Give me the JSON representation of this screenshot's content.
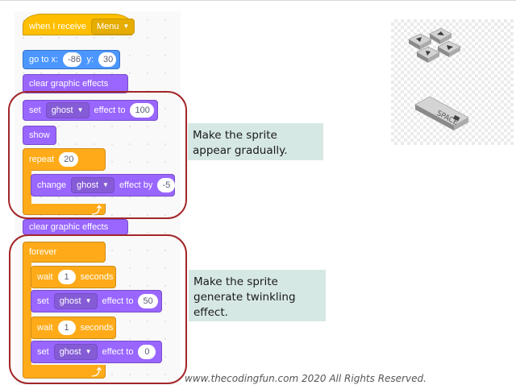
{
  "script": {
    "hat": {
      "label": "when I receive",
      "message": "Menu"
    },
    "goto": {
      "label_x": "go to x:",
      "x": "-86",
      "label_y": "y:",
      "y": "30"
    },
    "clear1": {
      "label": "clear graphic effects"
    },
    "set1": {
      "label": "set",
      "effect": "ghost",
      "to_label": "effect to",
      "value": "100"
    },
    "show": {
      "label": "show"
    },
    "repeat": {
      "label": "repeat",
      "count": "20"
    },
    "change": {
      "label": "change",
      "effect": "ghost",
      "by_label": "effect by",
      "value": "-5"
    },
    "clear2": {
      "label": "clear graphic effects"
    },
    "forever": {
      "label": "forever"
    },
    "wait1": {
      "label": "wait",
      "value": "1",
      "unit": "seconds"
    },
    "set2": {
      "label": "set",
      "effect": "ghost",
      "to_label": "effect to",
      "value": "50"
    },
    "wait2": {
      "label": "wait",
      "value": "1",
      "unit": "seconds"
    },
    "set3": {
      "label": "set",
      "effect": "ghost",
      "to_label": "effect to",
      "value": "0"
    }
  },
  "notes": {
    "note1": "Make the sprite appear gradually.",
    "note2": "Make the sprite generate twinkling effect."
  },
  "keys": {
    "space_label": "SPACE"
  },
  "footer": "www.thecodingfun.com 2020 All Rights Reserved.",
  "colors": {
    "events": "#ffbf00",
    "motion": "#4c97ff",
    "looks": "#9966ff",
    "control": "#ffab19",
    "highlight": "#a3262a",
    "note_bg": "#d6e8e4"
  }
}
